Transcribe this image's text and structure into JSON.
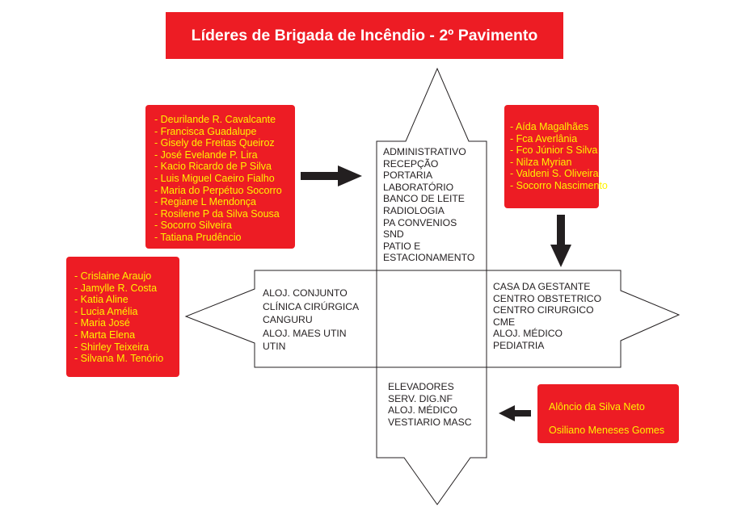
{
  "title": "Líderes de Brigada de Incêndio - 2º Pavimento",
  "teams": {
    "top_left": [
      "- Deurilande R. Cavalcante",
      "- Francisca Guadalupe",
      "- Gisely de Freitas Queiroz",
      "- José Evelande P. Lira",
      "- Kacio Ricardo de P Silva",
      "- Luis Miguel Caeiro Fialho",
      "- Maria do Perpétuo Socorro",
      "- Regiane L Mendonça",
      "- Rosilene P da Silva Sousa",
      "- Socorro Silveira",
      "- Tatiana Prudêncio"
    ],
    "top_right": [
      "- Aída Magalhães",
      "- Fca Averlânia",
      "- Fco Júnior S Silva",
      "- Nilza Myrian",
      "- Valdeni S. Oliveira",
      "- Socorro Nascimento"
    ],
    "left": [
      "- Crislaine Araujo",
      "- Jamylle R. Costa",
      "- Katia Aline",
      "- Lucia Amélia",
      "- Maria José",
      "- Marta Elena",
      "- Shirley Teixeira",
      "- Silvana M. Tenório"
    ],
    "bottom_right": [
      "Alôncio da Silva Neto",
      "Osiliano Meneses Gomes"
    ]
  },
  "areas": {
    "north": [
      "ADMINISTRATIVO",
      "RECEPÇÃO",
      "PORTARIA",
      "LABORATÓRIO",
      "BANCO DE LEITE",
      "RADIOLOGIA",
      "PA CONVENIOS",
      "SND",
      "PATIO E",
      "ESTACIONAMENTO"
    ],
    "west": [
      "ALOJ. CONJUNTO",
      "CLÍNICA CIRÚRGICA",
      "CANGURU",
      "ALOJ. MAES UTIN",
      "UTIN"
    ],
    "east": [
      "CASA DA GESTANTE",
      "CENTRO OBSTETRICO",
      "CENTRO CIRURGICO",
      "CME",
      "ALOJ. MÉDICO",
      "PEDIATRIA"
    ],
    "south": [
      "ELEVADORES",
      "SERV. DIG.NF",
      "ALOJ. MÉDICO",
      "VESTIARIO MASC"
    ]
  },
  "colors": {
    "red": "#ed1c24",
    "yellow": "#fff200"
  }
}
